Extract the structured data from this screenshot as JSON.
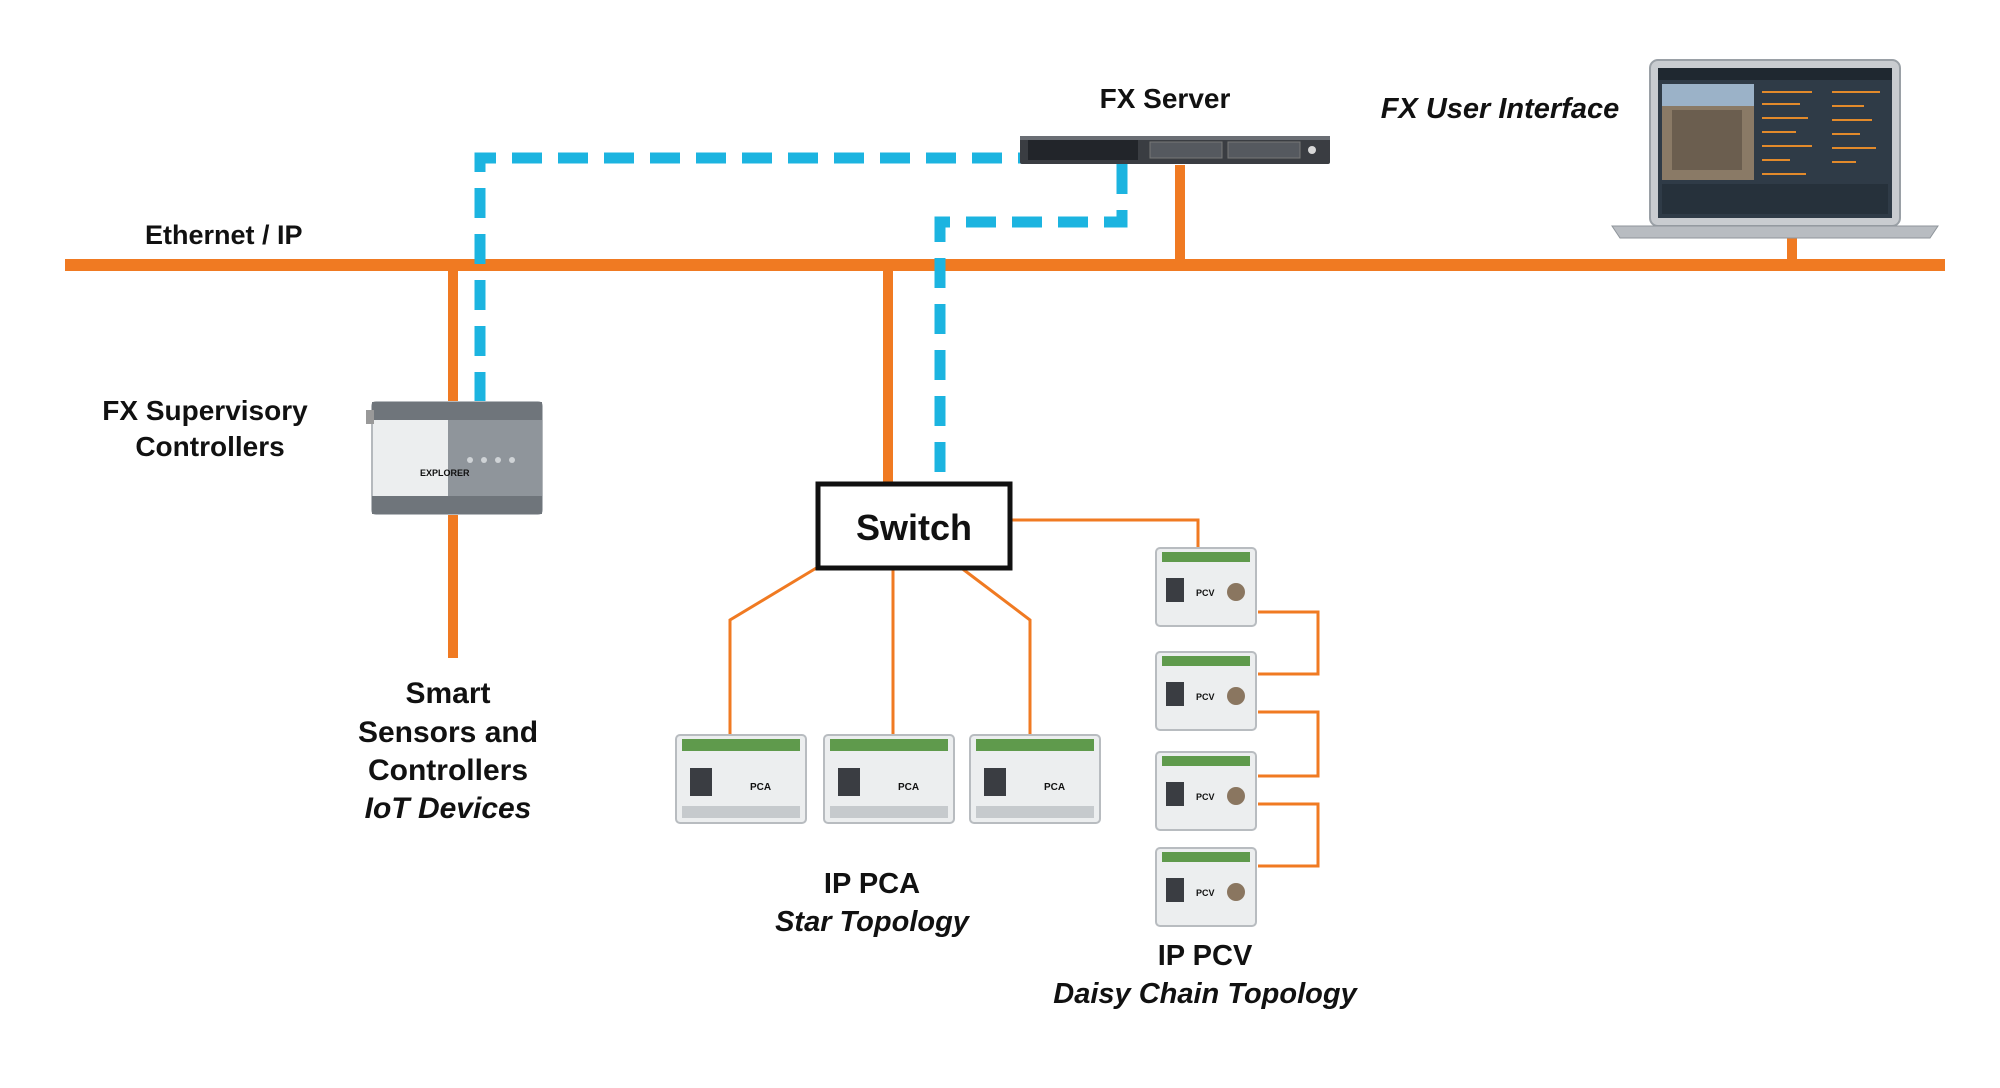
{
  "labels": {
    "fx_server": "FX Server",
    "fx_user_interface": "FX User Interface",
    "ethernet_ip": "Ethernet / IP",
    "fx_supervisory_1": "FX Supervisory",
    "fx_supervisory_2": "Controllers",
    "switch": "Switch",
    "smart_1": "Smart",
    "smart_2": "Sensors and",
    "smart_3": "Controllers",
    "smart_4": "IoT Devices",
    "ip_pca": "IP PCA",
    "star_topology": "Star Topology",
    "ip_pcv": "IP PCV",
    "daisy_chain_topology": "Daisy Chain Topology"
  },
  "device_tags": {
    "pca": "PCA",
    "pcv": "PCV",
    "explorer": "EXPLORER"
  },
  "colors": {
    "ethernet": "#f07a22",
    "dashed_link": "#1cb4e0",
    "switch_border": "#111111"
  }
}
